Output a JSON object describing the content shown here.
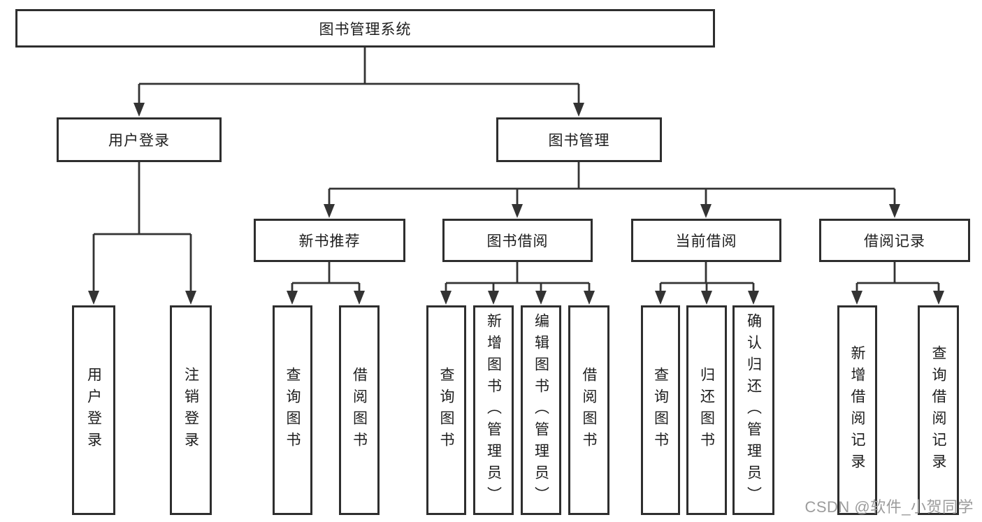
{
  "diagram": {
    "root": {
      "label": "图书管理系统"
    },
    "branches": [
      {
        "label": "用户登录",
        "leaves": [
          {
            "label": "用户登录"
          },
          {
            "label": "注销登录"
          }
        ]
      },
      {
        "label": "图书管理",
        "groups": [
          {
            "label": "新书推荐",
            "leaves": [
              {
                "label": "查询图书"
              },
              {
                "label": "借阅图书"
              }
            ]
          },
          {
            "label": "图书借阅",
            "leaves": [
              {
                "label": "查询图书"
              },
              {
                "label": "新增图书（管理员）"
              },
              {
                "label": "编辑图书（管理员）"
              },
              {
                "label": "借阅图书"
              }
            ]
          },
          {
            "label": "当前借阅",
            "leaves": [
              {
                "label": "查询图书"
              },
              {
                "label": "归还图书"
              },
              {
                "label": "确认归还（管理员）"
              }
            ]
          },
          {
            "label": "借阅记录",
            "leaves": [
              {
                "label": "新增借阅记录"
              },
              {
                "label": "查询借阅记录"
              }
            ]
          }
        ]
      }
    ],
    "watermark": "CSDN @软件_小贺同学",
    "colors": {
      "line": "#333333",
      "box_border": "#2e2e2e",
      "text": "#1d1d1d",
      "watermark": "#9c9c9c",
      "background": "#ffffff"
    }
  }
}
